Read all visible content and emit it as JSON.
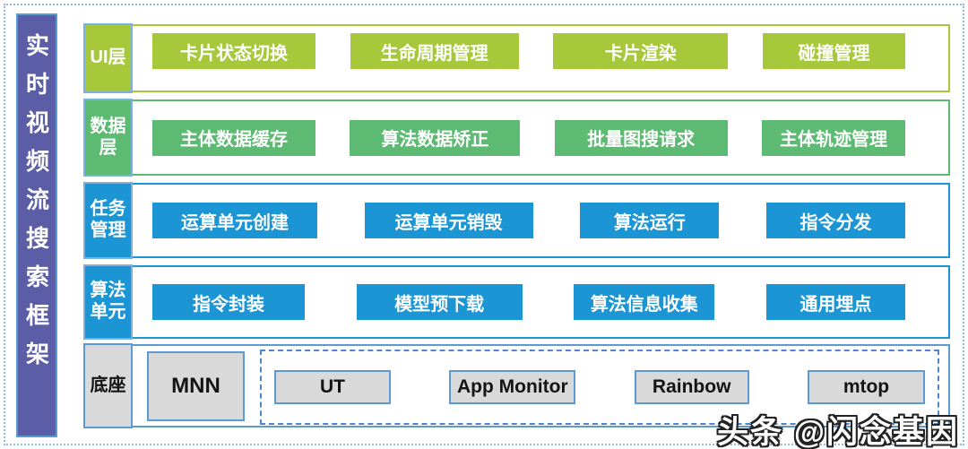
{
  "framework": {
    "title": "实时视频流搜索框架",
    "watermark": "头条 @闪念基因"
  },
  "layers": [
    {
      "label": "UI层",
      "items": [
        "卡片状态切换",
        "生命周期管理",
        "卡片渲染",
        "碰撞管理"
      ]
    },
    {
      "label": "数据层",
      "items": [
        "主体数据缓存",
        "算法数据矫正",
        "批量图搜请求",
        "主体轨迹管理"
      ]
    },
    {
      "label": "任务管理",
      "items": [
        "运算单元创建",
        "运算单元销毁",
        "算法运行",
        "指令分发"
      ]
    },
    {
      "label": "算法单元",
      "items": [
        "指令封装",
        "模型预下载",
        "算法信息收集",
        "通用埋点"
      ]
    }
  ],
  "base": {
    "label": "底座",
    "primary_item": "MNN",
    "sdk_items": [
      "UT",
      "App Monitor",
      "Rainbow",
      "mtop"
    ]
  },
  "colors": {
    "ui_layer_green": "#a6c83a",
    "data_layer_green": "#5cba72",
    "task_algo_blue": "#1b95d3",
    "base_gray": "#d9d9d9",
    "base_border_blue": "#5b9bd5",
    "dashed_border_blue": "#4e86d0",
    "sidebar_purple": "#5b5ea6",
    "outer_dotted_blue": "#92b9e6"
  }
}
